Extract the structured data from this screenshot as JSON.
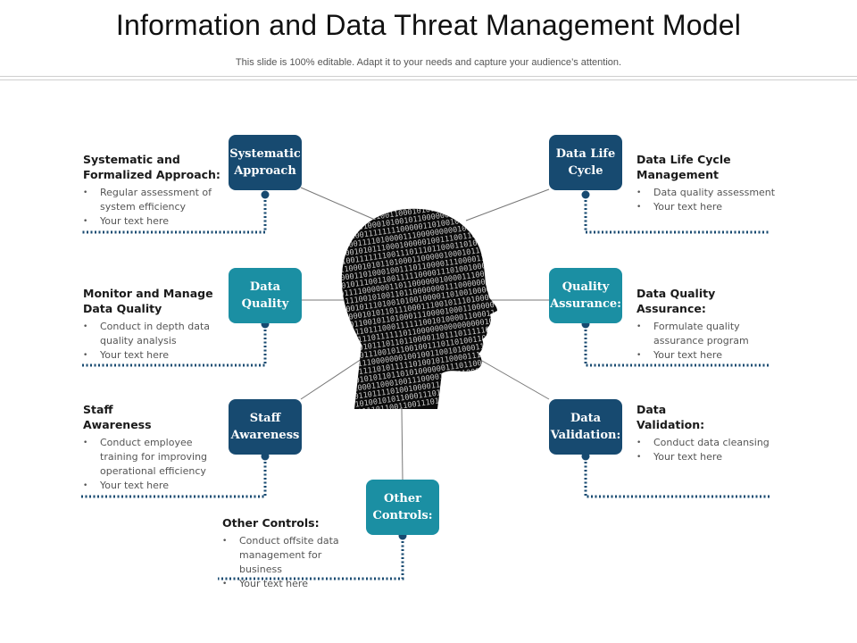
{
  "header": {
    "title": "Information and Data Threat Management Model",
    "subtitle": "This slide is 100% editable. Adapt it to your needs and capture your audience’s attention."
  },
  "colors": {
    "dark_box": "#174a70",
    "teal_box": "#1b8fa3",
    "dotted_line": "#174a70",
    "connector": "#777777"
  },
  "center": {
    "icon": "head-binary-icon"
  },
  "nodes": [
    {
      "id": "systematic",
      "label": "Systematic\nApproach",
      "heading": "Systematic and\nFormalized Approach:",
      "bullets": [
        "Regular assessment of system efficiency",
        "Your text here"
      ]
    },
    {
      "id": "quality",
      "label": "Data\nQuality",
      "heading": "Monitor and Manage\nData Quality",
      "bullets": [
        "Conduct in depth data quality analysis",
        "Your text here"
      ]
    },
    {
      "id": "staff",
      "label": "Staff\nAwareness",
      "heading": "Staff\nAwareness",
      "bullets": [
        "Conduct employee training for improving operational efficiency",
        "Your text here"
      ]
    },
    {
      "id": "other",
      "label": "Other\nControls:",
      "heading": "Other Controls:",
      "bullets": [
        "Conduct offsite data management for business",
        "Your text here"
      ]
    },
    {
      "id": "lifecycle",
      "label": "Data Life\nCycle",
      "heading": "Data  Life Cycle\nManagement",
      "bullets": [
        "Data quality assessment",
        "Your text here"
      ]
    },
    {
      "id": "assurance",
      "label": "Quality\nAssurance:",
      "heading": "Data Quality\nAssurance:",
      "bullets": [
        "Formulate quality assurance program",
        "Your text here"
      ]
    },
    {
      "id": "validation",
      "label": "Data\nValidation:",
      "heading": "Data\nValidation:",
      "bullets": [
        "Conduct data cleansing",
        "Your text here"
      ]
    }
  ]
}
